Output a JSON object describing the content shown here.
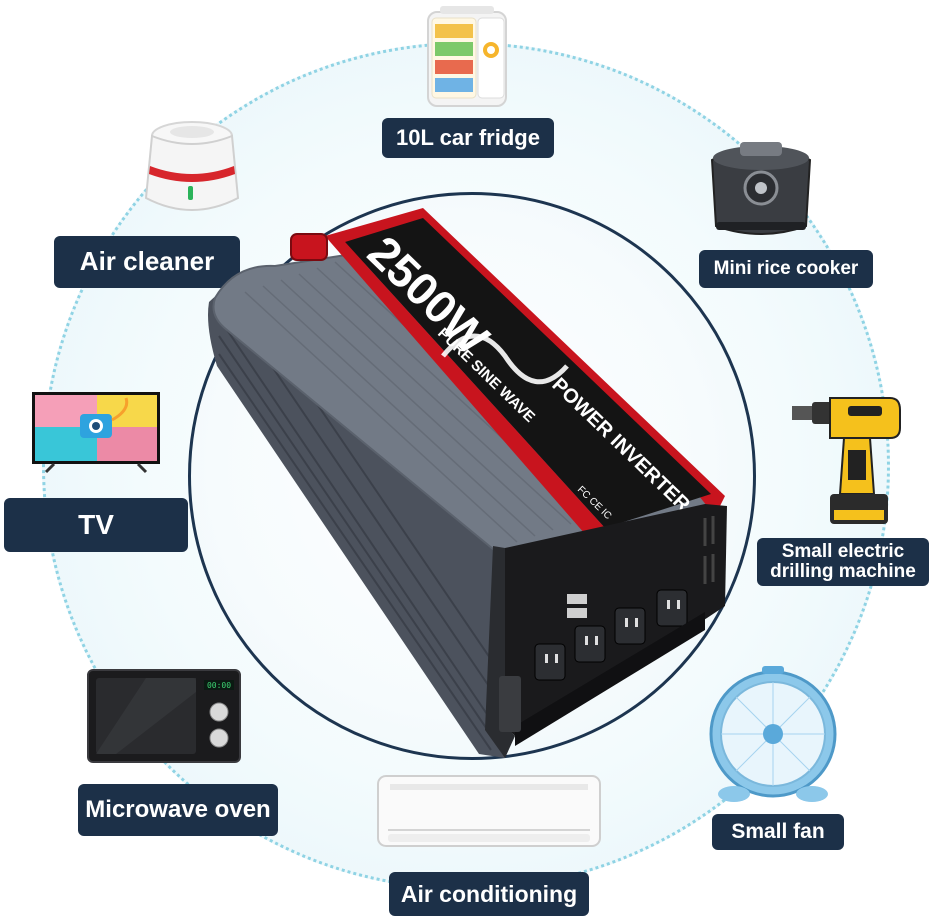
{
  "inverter": {
    "wattage": "2500W",
    "subtitle": "PURE SINE WAVE",
    "product": "POWER INVERTER",
    "certifications": "FC CE IC"
  },
  "appliances": [
    {
      "id": "car-fridge",
      "label": "10L car fridge"
    },
    {
      "id": "air-cleaner",
      "label": "Air cleaner"
    },
    {
      "id": "rice-cooker",
      "label": "Mini rice cooker"
    },
    {
      "id": "tv",
      "label": "TV"
    },
    {
      "id": "drill",
      "label_line1": "Small electric",
      "label_line2": "drilling machine"
    },
    {
      "id": "microwave",
      "label": "Microwave oven"
    },
    {
      "id": "fan",
      "label": "Small fan"
    },
    {
      "id": "air-conditioner",
      "label": "Air conditioning"
    }
  ],
  "microwave_display": "00:00",
  "colors": {
    "label_bg": "#1c3048",
    "ring": "#1d3550",
    "dotted_ring": "#8fd3e4",
    "accent_red": "#c8141e",
    "inverter_gray": "#596270"
  }
}
